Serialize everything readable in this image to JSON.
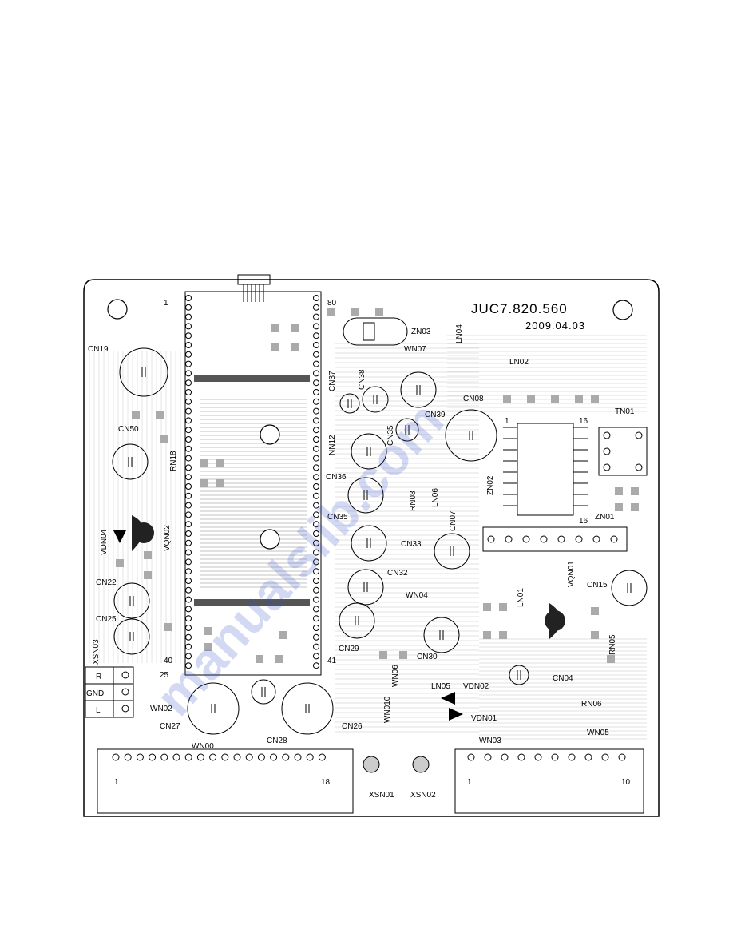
{
  "board": {
    "part_number": "JUC7.820.560",
    "date": "2009.04.03"
  },
  "watermark": "manualslib.com",
  "component_labels": [
    {
      "id": "cn19",
      "text": "CN19"
    },
    {
      "id": "cn50",
      "text": "CN50"
    },
    {
      "id": "rn18",
      "text": "RN18"
    },
    {
      "id": "vdn04",
      "text": "VDN04"
    },
    {
      "id": "vqn02",
      "text": "VQN02"
    },
    {
      "id": "cn22",
      "text": "CN22"
    },
    {
      "id": "cn25",
      "text": "CN25"
    },
    {
      "id": "xsn03",
      "text": "XSN03"
    },
    {
      "id": "wn02",
      "text": "WN02"
    },
    {
      "id": "cn27",
      "text": "CN27"
    },
    {
      "id": "cn28",
      "text": "CN28"
    },
    {
      "id": "cn26",
      "text": "CN26"
    },
    {
      "id": "wn00",
      "text": "WN00"
    },
    {
      "id": "zn03",
      "text": "ZN03"
    },
    {
      "id": "wn07",
      "text": "WN07"
    },
    {
      "id": "ln04",
      "text": "LN04"
    },
    {
      "id": "ln02",
      "text": "LN02"
    },
    {
      "id": "cn37",
      "text": "CN37"
    },
    {
      "id": "cn38",
      "text": "CN38"
    },
    {
      "id": "cn08",
      "text": "CN08"
    },
    {
      "id": "cn39",
      "text": "CN39"
    },
    {
      "id": "cn35a",
      "text": "CN35"
    },
    {
      "id": "nn12",
      "text": "NN12"
    },
    {
      "id": "tn01",
      "text": "TN01"
    },
    {
      "id": "cn36",
      "text": "CN36"
    },
    {
      "id": "cn35b",
      "text": "CN35"
    },
    {
      "id": "ln06",
      "text": "LN06"
    },
    {
      "id": "rn08",
      "text": "RN08"
    },
    {
      "id": "zn02",
      "text": "ZN02"
    },
    {
      "id": "zn01",
      "text": "ZN01"
    },
    {
      "id": "cn07",
      "text": "CN07"
    },
    {
      "id": "cn33",
      "text": "CN33"
    },
    {
      "id": "cn32",
      "text": "CN32"
    },
    {
      "id": "cn15",
      "text": "CN15"
    },
    {
      "id": "vqn01",
      "text": "VQN01"
    },
    {
      "id": "ln01",
      "text": "LN01"
    },
    {
      "id": "wn04",
      "text": "WN04"
    },
    {
      "id": "cn29",
      "text": "CN29"
    },
    {
      "id": "cn30",
      "text": "CN30"
    },
    {
      "id": "rn05",
      "text": "RN05"
    },
    {
      "id": "wn06",
      "text": "WN06"
    },
    {
      "id": "wn010",
      "text": "WN010"
    },
    {
      "id": "ln05",
      "text": "LN05"
    },
    {
      "id": "vdn02",
      "text": "VDN02"
    },
    {
      "id": "vdn01",
      "text": "VDN01"
    },
    {
      "id": "cn04",
      "text": "CN04"
    },
    {
      "id": "rn06",
      "text": "RN06"
    },
    {
      "id": "wn05",
      "text": "WN05"
    },
    {
      "id": "wn03",
      "text": "WN03"
    },
    {
      "id": "xsn01",
      "text": "XSN01"
    },
    {
      "id": "xsn02",
      "text": "XSN02"
    }
  ],
  "xsn03_pins": [
    "R",
    "GND",
    "L"
  ],
  "pin_numbers": {
    "ic_pin1": "1",
    "ic_pin40": "40",
    "ic_pin41": "41",
    "ic_pin80": "80",
    "wn00_start": "1",
    "wn00_end": "18",
    "wn03_start": "1",
    "wn03_end": "10",
    "zn02_pin1": "1",
    "zn02_pin16": "16",
    "zn01_pin": "16",
    "wn02_pin": "25"
  }
}
